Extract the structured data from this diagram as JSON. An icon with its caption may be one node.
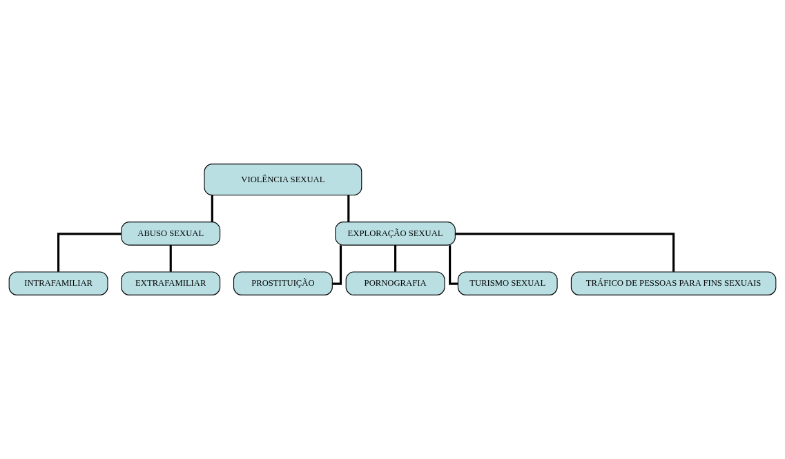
{
  "diagram": {
    "nodes": [
      {
        "text": [
          "VIOLÊNCIA SEXUAL"
        ]
      },
      {
        "text": [
          "ABUSO SEXUAL"
        ]
      },
      {
        "text": [
          "EXPLORAÇÃO SEXUAL"
        ]
      },
      {
        "text": [
          "INTRAFAMILIAR"
        ]
      },
      {
        "text": [
          "EXTRAFAMILIAR"
        ]
      },
      {
        "text": [
          "PROSTITUIÇÃO"
        ]
      },
      {
        "text": [
          "PORNOGRAFIA"
        ]
      },
      {
        "text": [
          "TURISMO SEXUAL"
        ]
      },
      {
        "text": [
          "TRÁFICO DE PESSOAS PARA FINS SEXUAIS"
        ]
      }
    ],
    "edges": [
      {
        "from": 0,
        "to": 1,
        "arrow": "none"
      },
      {
        "from": 0,
        "to": 2,
        "arrow": "none"
      },
      {
        "from": 1,
        "to": 3,
        "arrow": "none"
      },
      {
        "from": 1,
        "to": 4,
        "arrow": "none"
      },
      {
        "from": 2,
        "to": 5,
        "arrow": "none"
      },
      {
        "from": 2,
        "to": 6,
        "arrow": "none"
      },
      {
        "from": 2,
        "to": 7,
        "arrow": "none"
      },
      {
        "from": 2,
        "to": 8,
        "arrow": "none"
      }
    ]
  }
}
